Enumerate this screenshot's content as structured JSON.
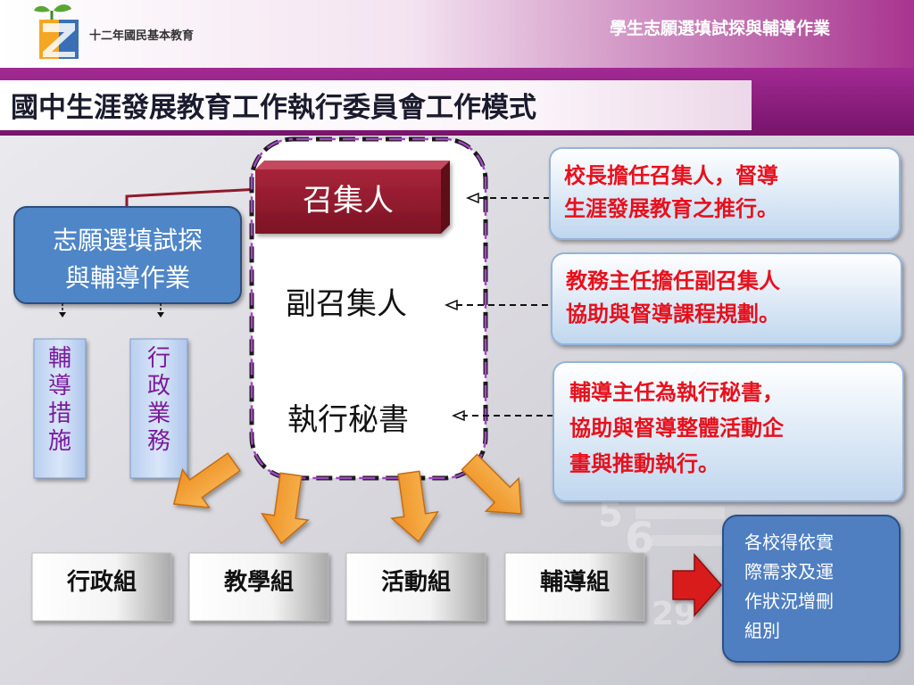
{
  "header": {
    "logo_text": "十二年國民基本教育",
    "topic": "學生志願選填試探與輔導作業"
  },
  "title": "國中生涯發展教育工作執行委員會工作模式",
  "committee": {
    "convener": "召集人",
    "deputy": "副召集人",
    "secretary": "執行秘書"
  },
  "task_box": {
    "line1": "志願選填試探",
    "line2": "與輔導作業"
  },
  "measures": {
    "guidance_chars": [
      "輔",
      "導",
      "措",
      "施"
    ],
    "admin_chars": [
      "行",
      "政",
      "業",
      "務"
    ]
  },
  "roles": [
    {
      "lines": [
        "校長擔任召集人，督導",
        "生涯發展教育之推行。"
      ]
    },
    {
      "lines": [
        "教務主任擔任副召集人",
        "協助與督導課程規劃。"
      ]
    },
    {
      "lines": [
        "輔導主任為執行秘書，",
        "協助與督導整體活動企",
        "畫與推動執行。"
      ]
    }
  ],
  "groups": [
    "行政組",
    "教學組",
    "活動組",
    "輔導組"
  ],
  "note": {
    "lines": [
      "各校得依實",
      "際需求及運",
      "作狀況增刪",
      "組別"
    ]
  },
  "colors": {
    "header_band": "#8a1a7c",
    "convener_fill": "#8e1a2c",
    "role_text": "#e8101c",
    "measure_text": "#7a1a9a",
    "task_fill": "#4f86c8",
    "note_fill": "#4f7fc1",
    "arrow_orange": "#f5a23c",
    "arrow_red": "#d81c1c"
  }
}
